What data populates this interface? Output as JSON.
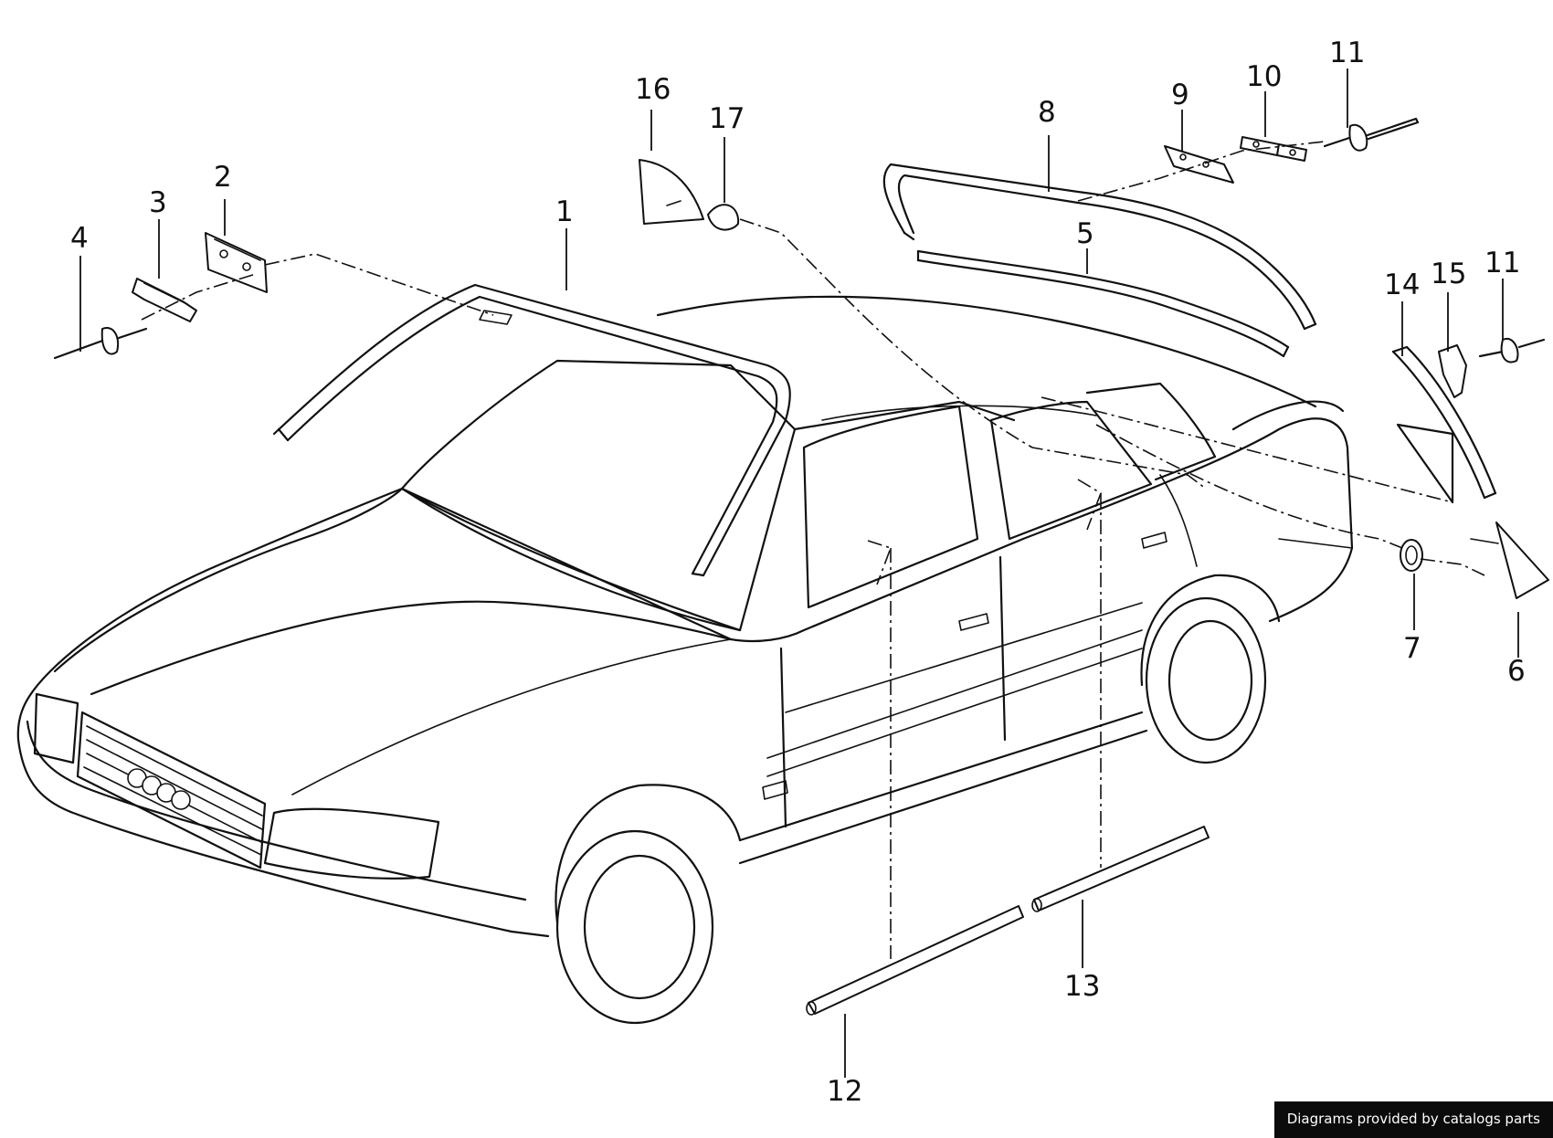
{
  "diagram": {
    "callouts": [
      {
        "id": "1",
        "label": "1"
      },
      {
        "id": "2",
        "label": "2"
      },
      {
        "id": "3",
        "label": "3"
      },
      {
        "id": "4",
        "label": "4"
      },
      {
        "id": "5",
        "label": "5"
      },
      {
        "id": "6",
        "label": "6"
      },
      {
        "id": "7",
        "label": "7"
      },
      {
        "id": "8",
        "label": "8"
      },
      {
        "id": "9",
        "label": "9"
      },
      {
        "id": "10",
        "label": "10"
      },
      {
        "id": "11a",
        "label": "11"
      },
      {
        "id": "11b",
        "label": "11"
      },
      {
        "id": "12",
        "label": "12"
      },
      {
        "id": "13",
        "label": "13"
      },
      {
        "id": "14",
        "label": "14"
      },
      {
        "id": "15",
        "label": "15"
      },
      {
        "id": "16",
        "label": "16"
      },
      {
        "id": "17",
        "label": "17"
      }
    ]
  },
  "footer": {
    "credit": "Diagrams provided by catalogs parts"
  }
}
